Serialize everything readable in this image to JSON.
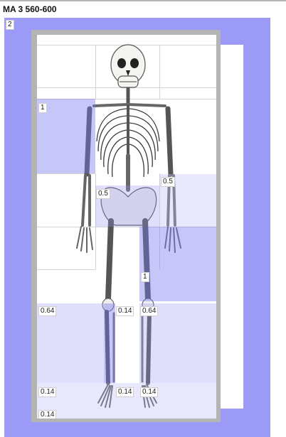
{
  "window": {
    "title": "MA 3 560-600"
  },
  "outer_value": "2",
  "regions": [
    {
      "label": "1"
    },
    {
      "label": "0.5"
    },
    {
      "label": "0.5"
    },
    {
      "label": "1"
    },
    {
      "label": "0.64"
    },
    {
      "label": "0.14"
    },
    {
      "label": "0.64"
    },
    {
      "label": "0.14"
    },
    {
      "label": "0.14"
    },
    {
      "label": "0.14"
    },
    {
      "label": "0.14"
    }
  ],
  "colors": {
    "outer": "#9b9bf7",
    "region": "#7676ee",
    "frame": "#b4b4b4"
  },
  "image": "skeleton-anatomy-figure"
}
